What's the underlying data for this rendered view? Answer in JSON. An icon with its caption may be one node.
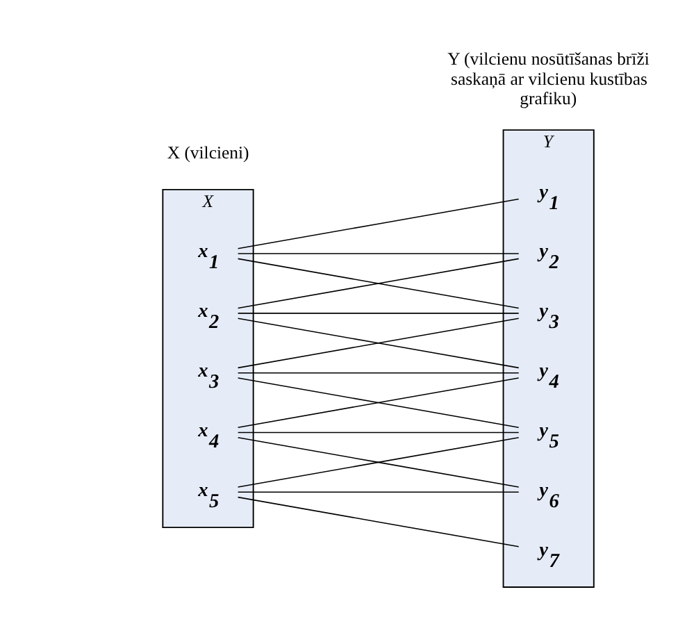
{
  "diagram": {
    "nodes": [
      {
        "text": [
          "*X*"
        ]
      },
      {
        "text": [
          "x$_{1}$"
        ],
        "in": 0
      },
      {
        "text": [
          "x$_{2}$"
        ],
        "in": 0
      },
      {
        "text": [
          "x$_{3}$"
        ],
        "in": 0
      },
      {
        "text": [
          "x$_{4}$"
        ],
        "in": 0
      },
      {
        "text": [
          "x$_{5}$"
        ],
        "in": 0
      },
      {
        "text": [
          "*Y*"
        ]
      },
      {
        "text": [
          "y$_{1}$"
        ],
        "in": 6
      },
      {
        "text": [
          "y$_{2}$"
        ],
        "in": 6
      },
      {
        "text": [
          "y$_{3}$"
        ],
        "in": 6
      },
      {
        "text": [
          "y$_{4}$"
        ],
        "in": 6
      },
      {
        "text": [
          "y$_{5}$"
        ],
        "in": 6
      },
      {
        "text": [
          "y$_{6}$"
        ],
        "in": 6
      },
      {
        "text": [
          "y$_{7}$"
        ],
        "in": 6
      }
    ],
    "edges": [
      {
        "from": 1,
        "to": 7,
        "arrow": "none"
      },
      {
        "from": 1,
        "to": 8,
        "arrow": "none"
      },
      {
        "from": 1,
        "to": 9,
        "arrow": "none"
      },
      {
        "from": 2,
        "to": 8,
        "arrow": "none"
      },
      {
        "from": 2,
        "to": 9,
        "arrow": "none"
      },
      {
        "from": 2,
        "to": 10,
        "arrow": "none"
      },
      {
        "from": 3,
        "to": 9,
        "arrow": "none"
      },
      {
        "from": 3,
        "to": 10,
        "arrow": "none"
      },
      {
        "from": 3,
        "to": 11,
        "arrow": "none"
      },
      {
        "from": 4,
        "to": 10,
        "arrow": "none"
      },
      {
        "from": 4,
        "to": 11,
        "arrow": "none"
      },
      {
        "from": 4,
        "to": 12,
        "arrow": "none"
      },
      {
        "from": 5,
        "to": 11,
        "arrow": "none"
      },
      {
        "from": 5,
        "to": 12,
        "arrow": "none"
      },
      {
        "from": 5,
        "to": 13,
        "arrow": "none"
      }
    ],
    "labels": [
      "X (vilcieni)",
      "Y (vilcienu nosūtīšanas brīži saskaņā ar vilcienu kustības grafiku)"
    ]
  }
}
